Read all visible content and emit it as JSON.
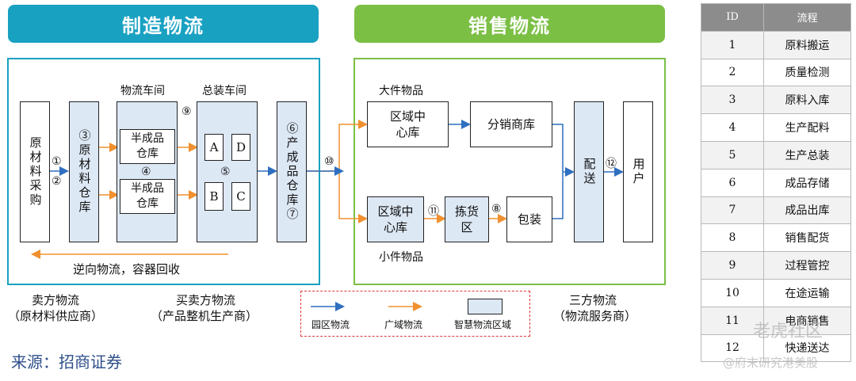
{
  "banners": {
    "left": "制造物流",
    "right": "销售物流"
  },
  "colors": {
    "left": "#19a1c2",
    "right": "#7bbf45",
    "park_arrow": "#2f6fc0",
    "wide_arrow": "#f0902f",
    "smart_area": "#dde8f5"
  },
  "left": {
    "raw_purchase": "原材料采购",
    "raw_warehouse": "③原材料仓库",
    "workshop1_title": "物流车间",
    "workshop2_title": "总装车间",
    "semi1": "半成品仓库",
    "semi2": "半成品仓库",
    "box_a": "A",
    "box_b": "B",
    "box_c": "C",
    "box_d": "D",
    "product_warehouse": "⑥产成品仓库⑦",
    "n1": "①",
    "n2": "②",
    "n4": "④",
    "n5": "⑤",
    "n9": "⑨",
    "n10": "⑩",
    "reverse": "逆向物流，容器回收"
  },
  "right": {
    "large_title": "大件物品",
    "region_center_large": "区域中心库",
    "distributor": "分销商库",
    "region_center_small": "区域中心库",
    "picking": "拣货区",
    "packaging": "包装",
    "small_title": "小件物品",
    "delivery": "配送",
    "user": "用户",
    "n11": "⑪",
    "n8": "⑧",
    "n12": "⑫"
  },
  "bottom": {
    "seller_title": "卖方物流",
    "seller_sub": "（原材料供应商）",
    "both_title": "买卖方物流",
    "both_sub": "（产品整机生产商）",
    "third_title": "三方物流",
    "third_sub": "（物流服务商）"
  },
  "legend": {
    "park": "园区物流",
    "wide": "广域物流",
    "smart": "智慧物流区域"
  },
  "source": "来源：招商证券",
  "watermark": {
    "line1": "老虎社区",
    "line2": "@府末研究港美股"
  },
  "table": {
    "headers": [
      "ID",
      "流程"
    ],
    "rows": [
      {
        "id": "1",
        "name": "原料搬运"
      },
      {
        "id": "2",
        "name": "质量检测"
      },
      {
        "id": "3",
        "name": "原料入库"
      },
      {
        "id": "4",
        "name": "生产配料"
      },
      {
        "id": "5",
        "name": "生产总装"
      },
      {
        "id": "6",
        "name": "成品存储"
      },
      {
        "id": "7",
        "name": "成品出库"
      },
      {
        "id": "8",
        "name": "销售配货"
      },
      {
        "id": "9",
        "name": "过程管控"
      },
      {
        "id": "10",
        "name": "在途运输"
      },
      {
        "id": "11",
        "name": "电商销售"
      },
      {
        "id": "12",
        "name": "快递送达"
      }
    ]
  }
}
